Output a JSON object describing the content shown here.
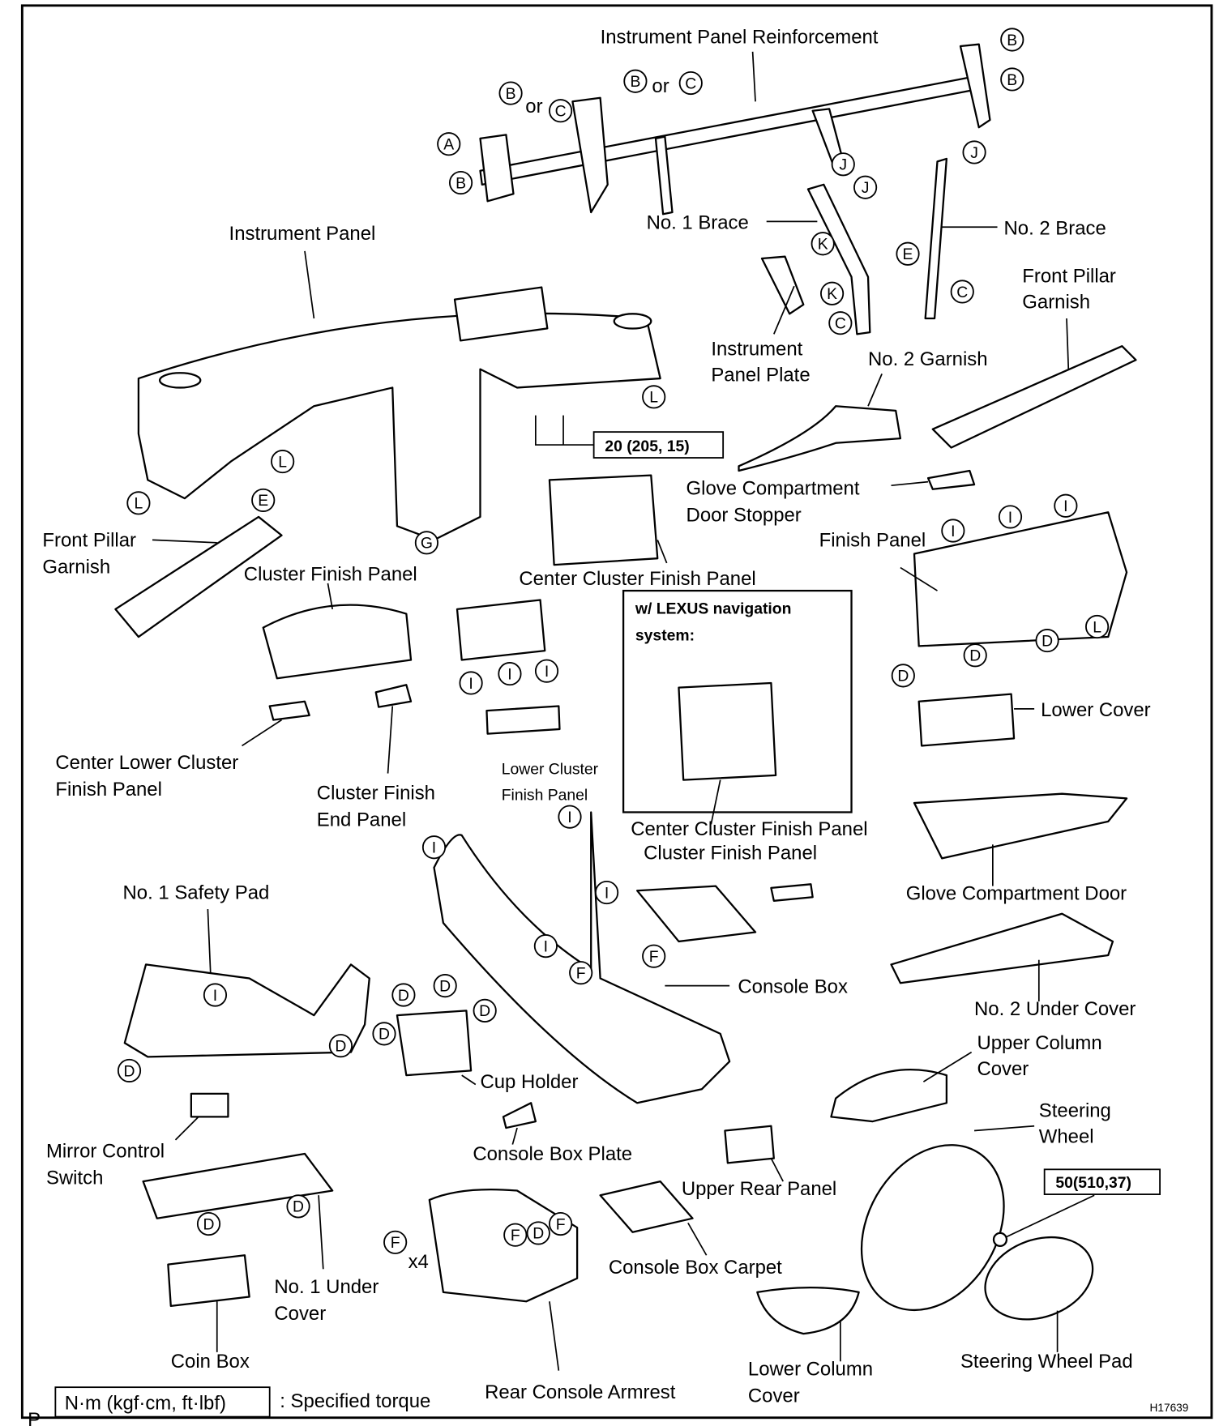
{
  "labels": {
    "ip_reinforcement": "Instrument Panel Reinforcement",
    "instrument_panel": "Instrument Panel",
    "no1_brace": "No. 1 Brace",
    "no2_brace": "No. 2 Brace",
    "front_pillar_garnish_r_1": "Front Pillar",
    "front_pillar_garnish_r_2": "Garnish",
    "ip_plate_1": "Instrument",
    "ip_plate_2": "Panel Plate",
    "no2_garnish": "No. 2 Garnish",
    "glove_stopper_1": "Glove Compartment",
    "glove_stopper_2": "Door Stopper",
    "finish_panel": "Finish Panel",
    "front_pillar_garnish_l_1": "Front Pillar",
    "front_pillar_garnish_l_2": "Garnish",
    "cluster_finish_panel": "Cluster Finish Panel",
    "center_cluster_finish_panel": "Center Cluster Finish Panel",
    "nav_box_1": "w/ LEXUS navigation",
    "nav_box_2": "system:",
    "lower_cover": "Lower Cover",
    "center_lower_cluster_1": "Center Lower Cluster",
    "center_lower_cluster_2": "Finish Panel",
    "cluster_finish_end_1": "Cluster Finish",
    "cluster_finish_end_2": "End Panel",
    "lower_cluster_finish_1": "Lower Cluster",
    "lower_cluster_finish_2": "Finish Panel",
    "nav_center_cluster": "Center Cluster Finish Panel",
    "nav_cluster_finish": "Cluster Finish Panel",
    "glove_door": "Glove Compartment Door",
    "no1_safety_pad": "No. 1 Safety Pad",
    "console_box": "Console Box",
    "no2_under_cover": "No. 2 Under Cover",
    "upper_column_1": "Upper Column",
    "upper_column_2": "Cover",
    "cup_holder": "Cup Holder",
    "steering_wheel_1": "Steering",
    "steering_wheel_2": "Wheel",
    "mirror_switch_1": "Mirror Control",
    "mirror_switch_2": "Switch",
    "console_box_plate": "Console Box Plate",
    "upper_rear_panel": "Upper Rear Panel",
    "console_box_carpet": "Console Box Carpet",
    "no1_under_1": "No. 1 Under",
    "no1_under_2": "Cover",
    "x4": "x4",
    "coin_box": "Coin Box",
    "steering_wheel_pad": "Steering Wheel Pad",
    "lower_column_1": "Lower Column",
    "lower_column_2": "Cover",
    "rear_console_armrest": "Rear Console Armrest",
    "or_1": "or",
    "or_2": "or"
  },
  "torque": {
    "ip_bolt": "20 (205, 15)",
    "steering_nut": "50(510,37)",
    "legend_box": "N·m (kgf·cm, ft·lbf)",
    "legend_text": ": Specified torque"
  },
  "footer": {
    "corner_letter": "P",
    "figure_id": "H17639"
  },
  "reference_marks": [
    "B",
    "B",
    "B",
    "C",
    "B",
    "C",
    "A",
    "B",
    "J",
    "J",
    "J",
    "K",
    "K",
    "C",
    "E",
    "C",
    "L",
    "L",
    "L",
    "E",
    "G",
    "I",
    "I",
    "I",
    "D",
    "D",
    "D",
    "L",
    "I",
    "I",
    "I",
    "I",
    "I",
    "I",
    "I",
    "F",
    "F",
    "I",
    "D",
    "D",
    "D",
    "D",
    "D",
    "D",
    "D",
    "D",
    "F",
    "F",
    "D",
    "F"
  ]
}
